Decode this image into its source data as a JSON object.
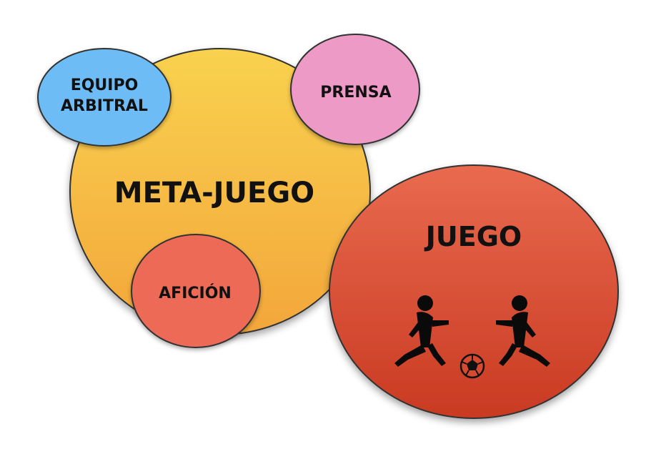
{
  "diagram": {
    "meta_game": {
      "label": "META-JUEGO",
      "color": "#f7c948"
    },
    "game": {
      "label": "JUEGO",
      "color": "#dc4e34"
    },
    "referees": {
      "label_line1": "EQUIPO",
      "label_line2": "ARBITRAL",
      "color": "#6ebcf5"
    },
    "press": {
      "label": "PRENSA",
      "color": "#ee9ac7"
    },
    "fans": {
      "label": "AFICIÓN",
      "color": "#ec6a57"
    },
    "icons": [
      "player-kicking-icon",
      "soccer-ball-icon"
    ]
  }
}
